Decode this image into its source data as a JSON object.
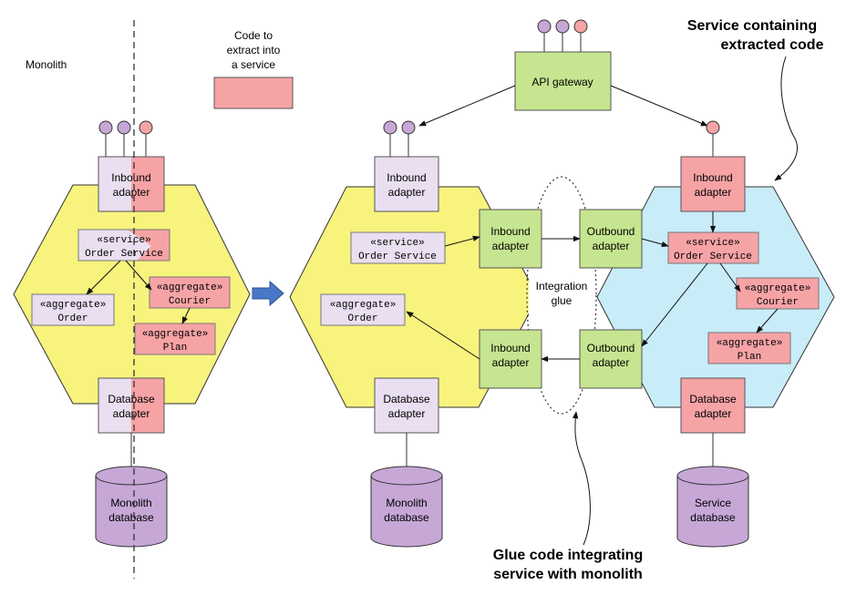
{
  "monolith_label": "Monolith",
  "legend": {
    "line1": "Code to",
    "line2": "extract into",
    "line3": "a service"
  },
  "api_gateway": "API gateway",
  "inbound_adapter": [
    "Inbound",
    "adapter"
  ],
  "outbound_adapter": [
    "Outbound",
    "adapter"
  ],
  "database_adapter": [
    "Database",
    "adapter"
  ],
  "stereo_service": "«service»",
  "stereo_aggregate": "«aggregate»",
  "order_service": "Order Service",
  "order": "Order",
  "courier": "Courier",
  "plan": "Plan",
  "integration_glue": [
    "Integration",
    "glue"
  ],
  "monolith_database": [
    "Monolith",
    "database"
  ],
  "service_database": [
    "Service",
    "database"
  ],
  "callout_service": [
    "Service containing",
    "extracted code"
  ],
  "callout_glue": [
    "Glue code integrating",
    "service with monolith"
  ],
  "colors": {
    "hex_yellow": "#f7f37d",
    "hex_blue": "#c8ecf8",
    "lavender": "#e9dff0",
    "pink": "#f6a3a6",
    "green": "#c6e590",
    "purple": "#c6a7d6",
    "arrow_blue": "#4a78c8"
  }
}
